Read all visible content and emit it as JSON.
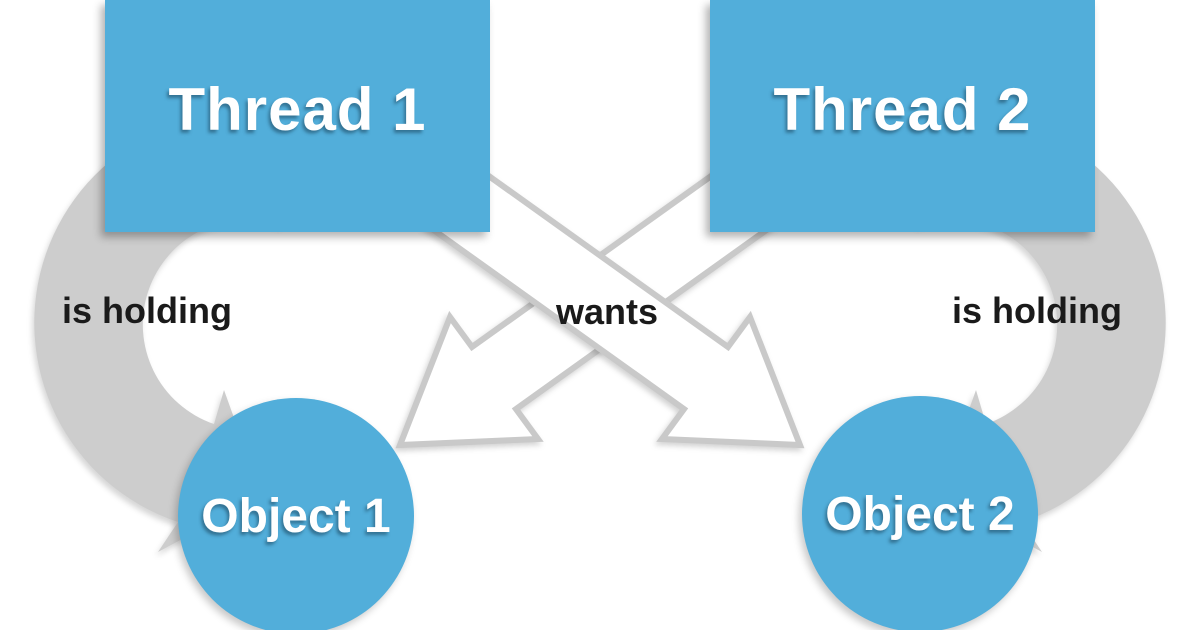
{
  "nodes": {
    "thread1": {
      "label": "Thread 1",
      "shape": "rectangle",
      "fill": "#52AEDA"
    },
    "thread2": {
      "label": "Thread 2",
      "shape": "rectangle",
      "fill": "#52AEDA"
    },
    "object1": {
      "label": "Object 1",
      "shape": "circle",
      "fill": "#52AEDA"
    },
    "object2": {
      "label": "Object 2",
      "shape": "circle",
      "fill": "#52AEDA"
    }
  },
  "relations": {
    "thread1_holds_object1": {
      "label": "is holding",
      "style": "solid-gray-curved-arrow"
    },
    "thread2_holds_object2": {
      "label": "is holding",
      "style": "solid-gray-curved-arrow"
    },
    "wants_crossing": {
      "label": "wants",
      "style": "white-block-arrows-crossing"
    }
  },
  "colors": {
    "background": "#FFFFFF",
    "node_fill": "#52AEDA",
    "node_text": "#FFFFFF",
    "curved_arrow_fill": "#CDCDCD",
    "block_arrow_fill": "#FFFFFF",
    "block_arrow_outline": "#C9C9C9",
    "relation_text": "#1A1A1A"
  }
}
